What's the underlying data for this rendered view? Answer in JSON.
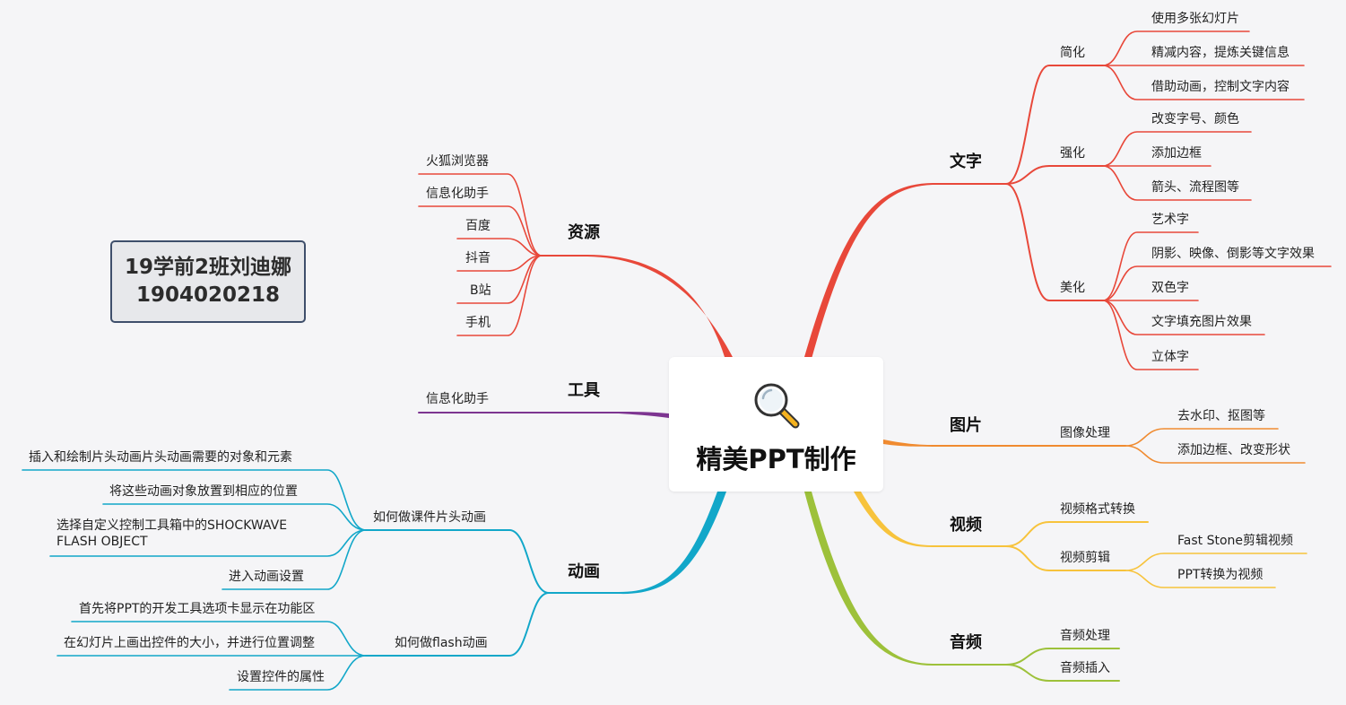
{
  "center": {
    "title": "精美PPT制作",
    "icon": "magnifier-icon"
  },
  "author": {
    "line1": "19学前2班刘迪娜",
    "line2": "1904020218"
  },
  "colors": {
    "wenzi": "#e8483a",
    "tupian": "#f08b30",
    "shipin": "#f7c33c",
    "yinpin": "#9dc13a",
    "donghua": "#12a7c9",
    "gongju": "#7d3591",
    "ziyuan": "#e8483a"
  },
  "branches": {
    "wenzi": {
      "label": "文字",
      "subs": [
        {
          "label": "简化",
          "items": [
            "使用多张幻灯片",
            "精减内容，提炼关键信息",
            "借助动画，控制文字内容"
          ]
        },
        {
          "label": "强化",
          "items": [
            "改变字号、颜色",
            "添加边框",
            "箭头、流程图等"
          ]
        },
        {
          "label": "美化",
          "items": [
            "艺术字",
            "阴影、映像、倒影等文字效果",
            "双色字",
            "文字填充图片效果",
            "立体字"
          ]
        }
      ]
    },
    "tupian": {
      "label": "图片",
      "subs": [
        {
          "label": "图像处理",
          "items": [
            "去水印、抠图等",
            "添加边框、改变形状"
          ]
        }
      ]
    },
    "shipin": {
      "label": "视频",
      "subs": [
        {
          "label": "视频格式转换",
          "items": []
        },
        {
          "label": "视频剪辑",
          "items": [
            "Fast Stone剪辑视频",
            "PPT转换为视频"
          ]
        }
      ]
    },
    "yinpin": {
      "label": "音频",
      "subs": [
        {
          "label": "音频处理",
          "items": []
        },
        {
          "label": "音频插入",
          "items": []
        }
      ]
    },
    "ziyuan": {
      "label": "资源",
      "items": [
        "火狐浏览器",
        "信息化助手",
        "百度",
        "抖音",
        "B站",
        "手机"
      ]
    },
    "gongju": {
      "label": "工具",
      "items": [
        "信息化助手"
      ]
    },
    "donghua": {
      "label": "动画",
      "subs": [
        {
          "label": "如何做课件片头动画",
          "items": [
            "插入和绘制片头动画片头动画需要的对象和元素",
            "将这些动画对象放置到相应的位置",
            "选择自定义控制工具箱中的SHOCKWAVE\nFLASH OBJECT",
            "进入动画设置"
          ]
        },
        {
          "label": "如何做flash动画",
          "items": [
            "首先将PPT的开发工具选项卡显示在功能区",
            "在幻灯片上画出控件的大小，并进行位置调整",
            "设置控件的属性"
          ]
        }
      ]
    }
  }
}
